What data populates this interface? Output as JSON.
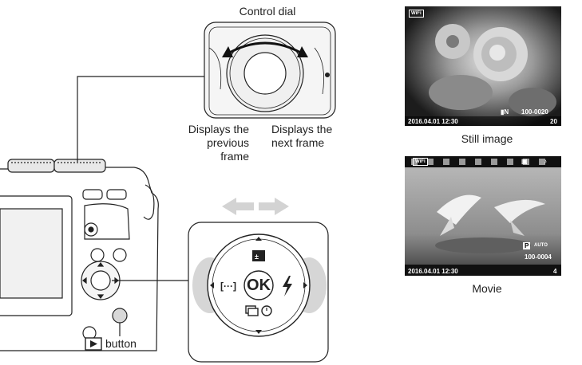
{
  "labels": {
    "control_dial": "Control dial",
    "prev_frame": [
      "Displays the",
      "previous",
      "frame"
    ],
    "next_frame": [
      "Displays the",
      "next frame"
    ],
    "play_button_suffix": "button",
    "still_image": "Still image",
    "movie": "Movie"
  },
  "arrow_pad": {
    "center": "OK"
  },
  "still_thumb": {
    "wifi": "WiFi",
    "quality": "N",
    "file_number": "100-0020",
    "date": "2016.04.01 12:30",
    "frame": "20"
  },
  "movie_thumb": {
    "wifi": "WiFi",
    "mode": "P",
    "iso": "AUTO",
    "file_number": "100-0004",
    "date": "2016.04.01 12:30",
    "frame": "4"
  },
  "icons": {
    "playback": "playback-icon",
    "arrows": "left-right-arrows-icon"
  }
}
